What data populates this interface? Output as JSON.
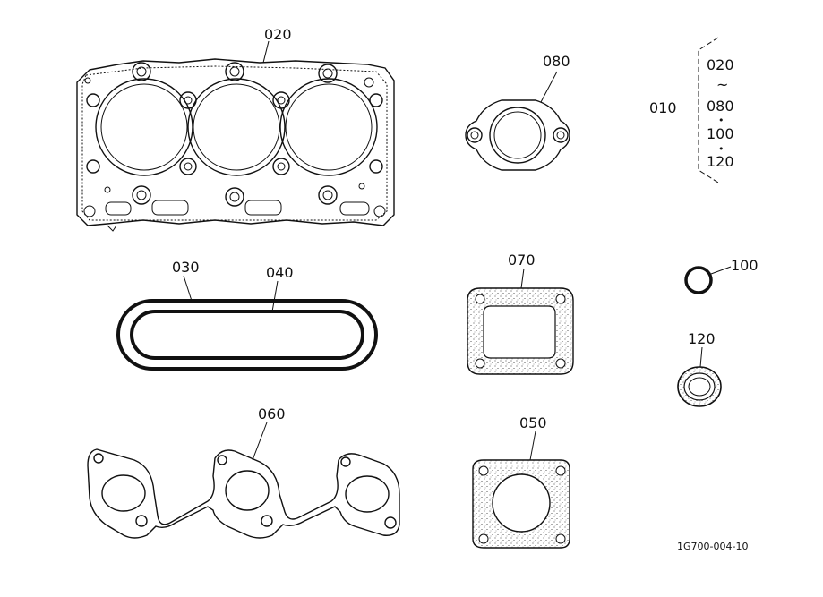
{
  "callouts": {
    "head_gasket": "020",
    "outlet_gasket": "080",
    "kit": "010",
    "kit_range_start": "020",
    "kit_range_tilde": "~",
    "kit_range_end": "080",
    "kit_dot_1": "•",
    "kit_item_100": "100",
    "kit_dot_2": "•",
    "kit_item_120": "120",
    "outer_cover_gasket": "030",
    "inner_cover_gasket": "040",
    "square_gasket": "070",
    "o_ring": "100",
    "oil_seal": "120",
    "manifold_gasket": "060",
    "flange_gasket": "050"
  },
  "figure_id": "1G700-004-10",
  "colors": {
    "line": "#111111",
    "background": "#ffffff"
  }
}
